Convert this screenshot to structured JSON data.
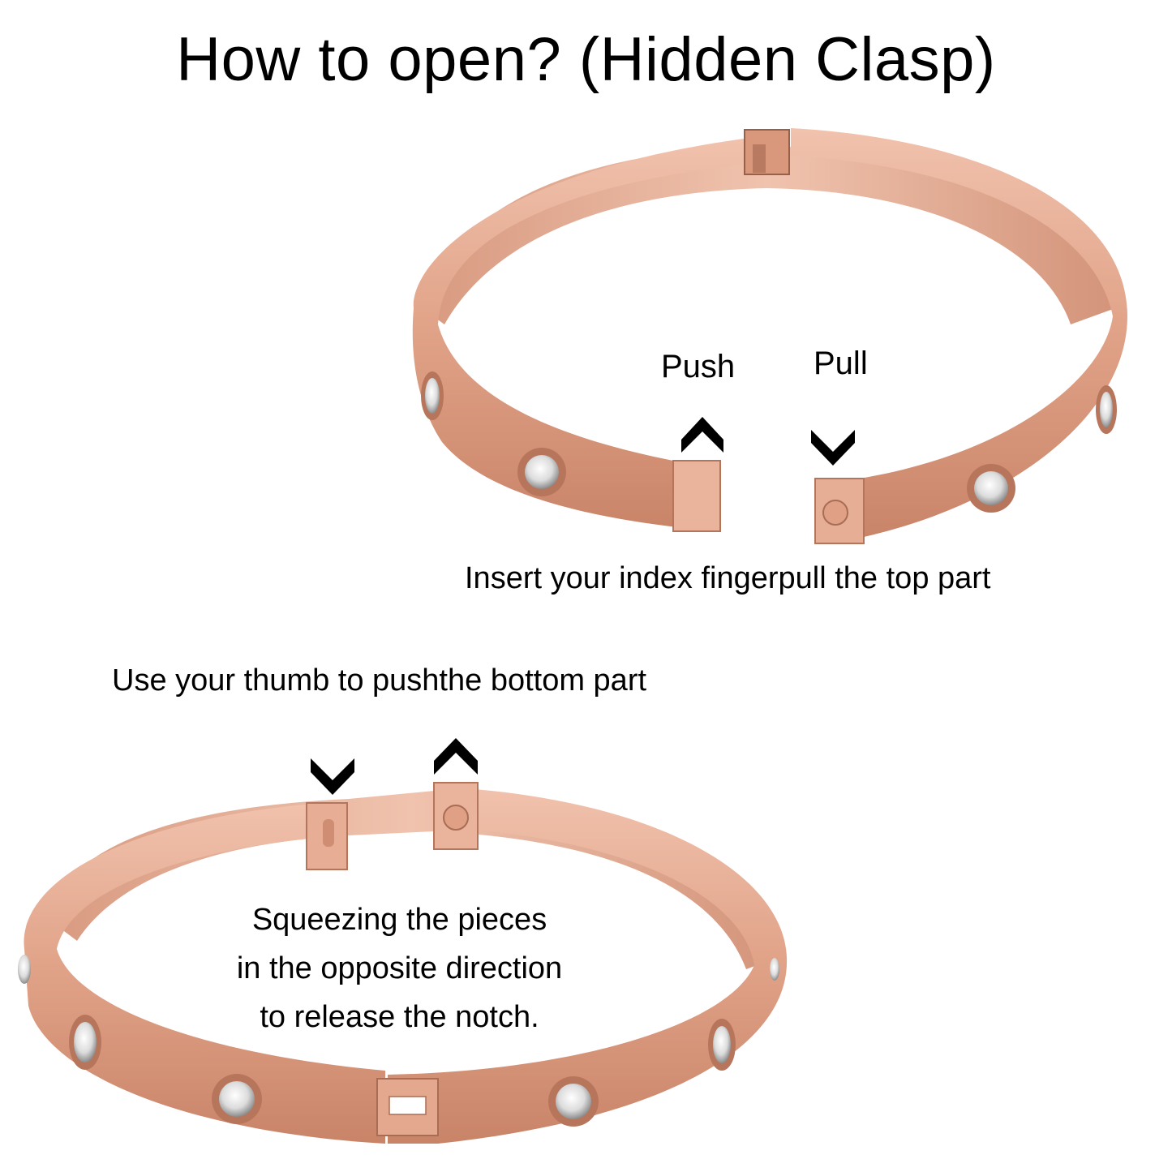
{
  "title": "How to open? (Hidden Clasp)",
  "labels": {
    "push": "Push",
    "pull": "Pull"
  },
  "captions": {
    "top": "Insert your index fingerpull the top part",
    "bottom": "Use your thumb to pushthe bottom part",
    "center": [
      "Squeezing the pieces",
      "in the opposite direction",
      "to release the notch."
    ]
  },
  "colors": {
    "rose_gold": "#e3a48a",
    "rose_gold_dark": "#c98468",
    "arrow": "#000000",
    "background": "#ffffff"
  },
  "icons": [
    "chevron-up-icon",
    "chevron-down-icon"
  ]
}
